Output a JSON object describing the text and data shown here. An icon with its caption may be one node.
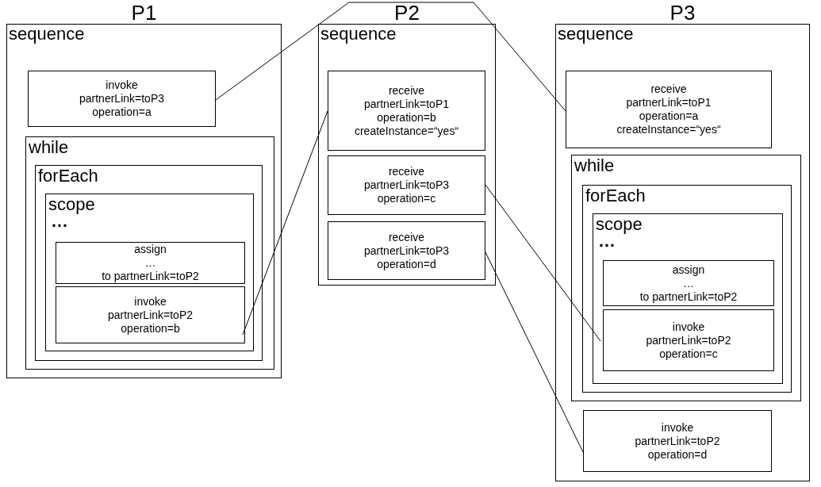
{
  "diagram": {
    "nodes": [
      {
        "text": [
          "P1",
          "sequence"
        ]
      },
      {
        "text": [
          "invoke",
          "partnerLink=toP3",
          "operation=a"
        ],
        "in": 0
      },
      {
        "text": [
          "while"
        ],
        "in": 0
      },
      {
        "text": [
          "forEach"
        ],
        "in": 2
      },
      {
        "text": [
          "scope",
          "…"
        ],
        "in": 3
      },
      {
        "text": [
          "assign",
          "…",
          "to partnerLink=toP2"
        ],
        "in": 4
      },
      {
        "text": [
          "invoke",
          "partnerLink=toP2",
          "operation=b"
        ],
        "in": 4
      },
      {
        "text": [
          "P2",
          "sequence"
        ]
      },
      {
        "text": [
          "receive",
          "partnerLink=toP1",
          "operation=b",
          "createInstance=“yes“"
        ],
        "in": 7
      },
      {
        "text": [
          "receive",
          "partnerLink=toP3",
          "operation=c"
        ],
        "in": 7
      },
      {
        "text": [
          "receive",
          "partnerLink=toP3",
          "operation=d"
        ],
        "in": 7
      },
      {
        "text": [
          "P3",
          "sequence"
        ]
      },
      {
        "text": [
          "receive",
          "partnerLink=toP1",
          "operation=a",
          "createInstance=“yes“"
        ],
        "in": 11
      },
      {
        "text": [
          "while"
        ],
        "in": 11
      },
      {
        "text": [
          "forEach"
        ],
        "in": 13
      },
      {
        "text": [
          "scope",
          "…"
        ],
        "in": 14
      },
      {
        "text": [
          "assign",
          "…",
          "to partnerLink=toP2"
        ],
        "in": 15
      },
      {
        "text": [
          "invoke",
          "partnerLink=toP2",
          "operation=c"
        ],
        "in": 15
      },
      {
        "text": [
          "invoke",
          "partnerLink=toP2",
          "operation=d"
        ],
        "in": 11
      }
    ],
    "edges": [
      {
        "from": 1,
        "to": 12,
        "arrow": "none"
      },
      {
        "from": 6,
        "to": 8,
        "arrow": "none"
      },
      {
        "from": 9,
        "to": 17,
        "arrow": "none"
      },
      {
        "from": 10,
        "to": 18,
        "arrow": "none"
      }
    ]
  }
}
